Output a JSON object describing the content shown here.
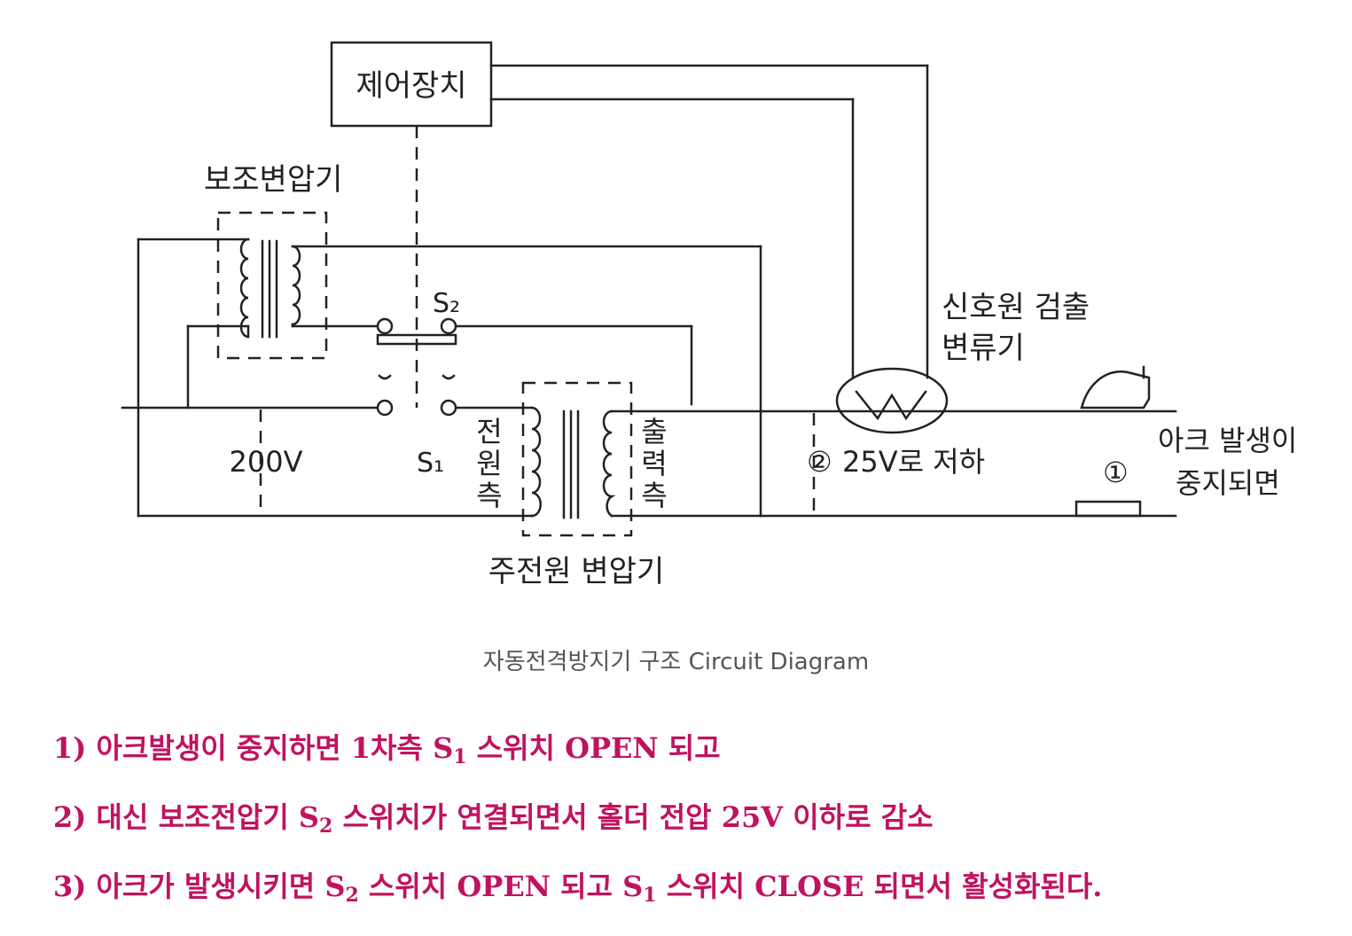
{
  "colors": {
    "accent": "#c0135f",
    "ink": "#222222",
    "caption": "#555555"
  },
  "diagram": {
    "labels": {
      "controller": "제어장치",
      "aux_transformer": "보조변압기",
      "s2": "S₂",
      "s1": "S₁",
      "voltage_200": "200V",
      "primary_side": [
        "전",
        "원",
        "측"
      ],
      "output_side": [
        "출",
        "력",
        "측"
      ],
      "main_transformer": "주전원 변압기",
      "ct_label_line1": "신호원 검출",
      "ct_label_line2": "변류기",
      "drop_25v": "25V로 저하",
      "circle_2": "②",
      "circle_1": "①",
      "arc_stop_line1": "아크 발생이",
      "arc_stop_line2": "중지되면"
    }
  },
  "caption": "자동전격방지기 구조 Circuit Diagram",
  "notes": [
    {
      "pre": "1) 아크발생이 중지하면 1차측 S",
      "sub": "1",
      "post": " 스위치 OPEN 되고"
    },
    {
      "pre": "2) 대신 보조전압기 S",
      "sub": "2",
      "post": " 스위치가 연결되면서 홀더 전압 25V 이하로 감소"
    },
    {
      "pre": "3) 아크가 발생시키면 S",
      "sub": "2",
      "mid": " 스위치 OPEN 되고 S",
      "sub2": "1",
      "post": " 스위치 CLOSE 되면서 활성화된다."
    }
  ]
}
